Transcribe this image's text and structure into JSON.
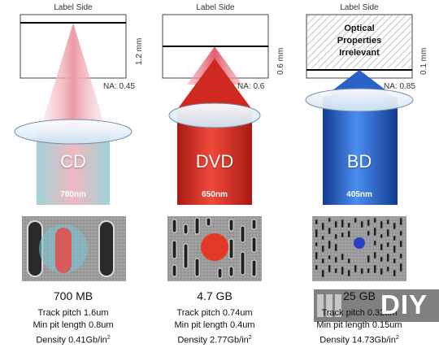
{
  "label_side": "Label Side",
  "discs": [
    {
      "name": "CD",
      "wavelength": "780nm",
      "na": "NA: 0.45",
      "thickness": "1.2 mm",
      "capacity": "700 MB",
      "track_pitch": "Track pitch 1.6um",
      "min_pit_length": "Min pit length 0.8um",
      "density_prefix": "Density 0.41Gb/in",
      "density_exp": "2",
      "beam_color": "#e8a0a8",
      "base_color": "#a8d8dc"
    },
    {
      "name": "DVD",
      "wavelength": "650nm",
      "na": "NA: 0.6",
      "thickness": "0.6 mm",
      "capacity": "4.7 GB",
      "track_pitch": "Track pitch 0.74um",
      "min_pit_length": "Min pit length 0.4um",
      "density_prefix": "Density 2.77Gb/in",
      "density_exp": "2",
      "beam_color": "#d83a30",
      "base_color": "#c0281e"
    },
    {
      "name": "BD",
      "wavelength": "405nm",
      "na": "NA: 0.85",
      "thickness": "0.1 mm",
      "capacity": "25 GB",
      "track_pitch": "Track pitch 0.32um",
      "min_pit_length": "Min pit length 0.15um",
      "density_prefix": "Density 14.73Gb/in",
      "density_exp": "2",
      "beam_color": "#2f6fd0",
      "base_color": "#1d4fb0"
    }
  ],
  "optical_note": [
    "Optical",
    "Properties",
    "Irrelevant"
  ],
  "watermark": "DIY"
}
